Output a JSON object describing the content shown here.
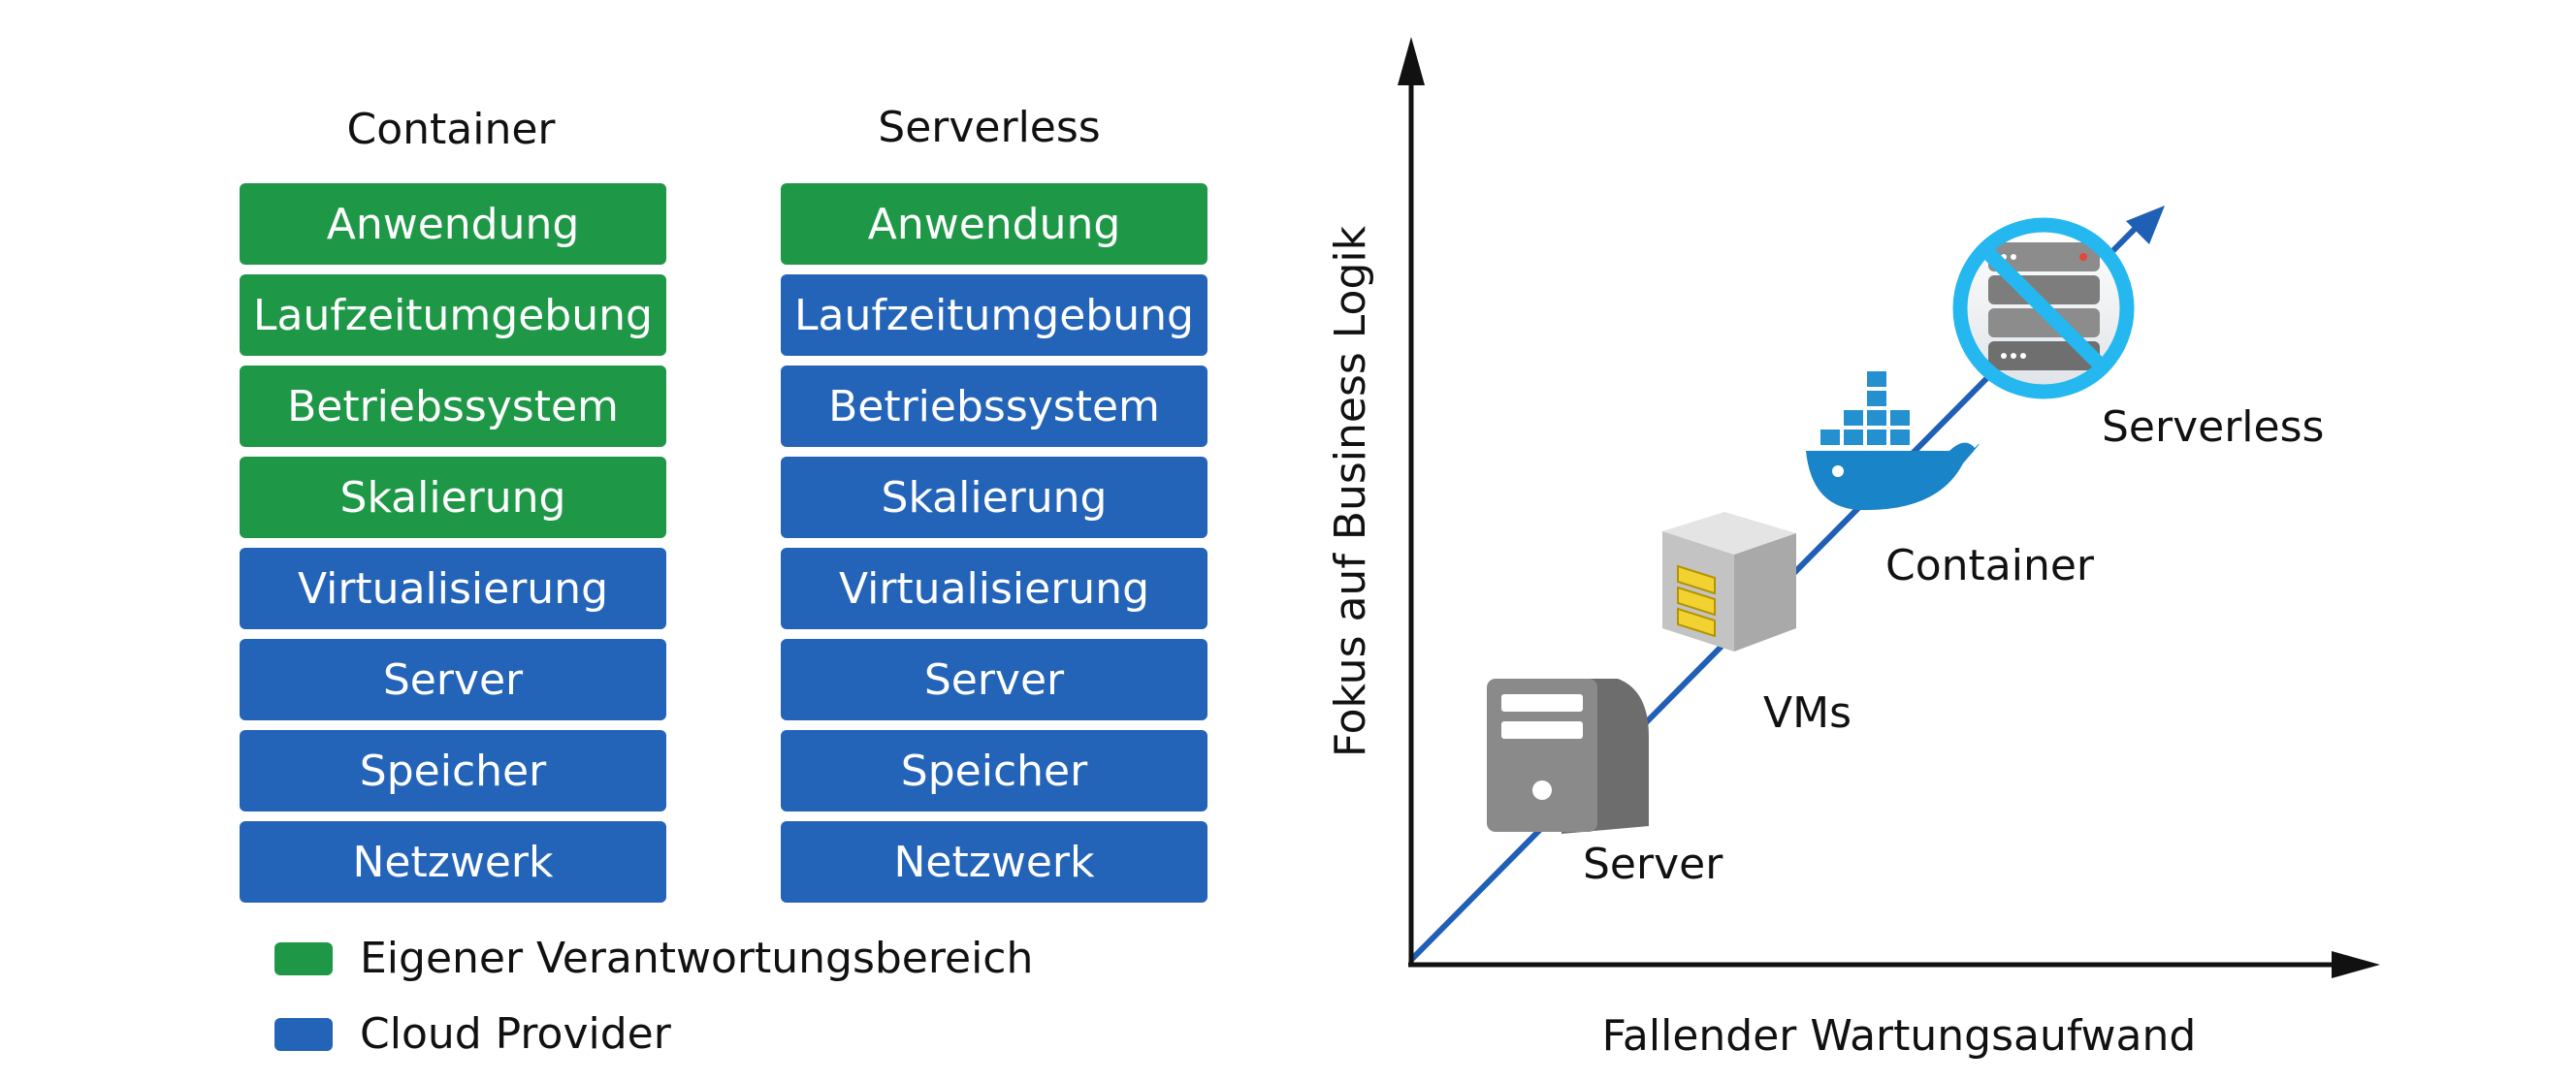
{
  "colors": {
    "own": "#1e9847",
    "provider": "#2464b8",
    "axis": "#111111",
    "arrow": "#1f5fb5",
    "ring": "#25b7f0"
  },
  "columns": [
    {
      "title": "Container",
      "layers": [
        {
          "label": "Anwendung",
          "owner": "own"
        },
        {
          "label": "Laufzeitumgebung",
          "owner": "own"
        },
        {
          "label": "Betriebssystem",
          "owner": "own"
        },
        {
          "label": "Skalierung",
          "owner": "own"
        },
        {
          "label": "Virtualisierung",
          "owner": "provider"
        },
        {
          "label": "Server",
          "owner": "provider"
        },
        {
          "label": "Speicher",
          "owner": "provider"
        },
        {
          "label": "Netzwerk",
          "owner": "provider"
        }
      ]
    },
    {
      "title": "Serverless",
      "layers": [
        {
          "label": "Anwendung",
          "owner": "own"
        },
        {
          "label": "Laufzeitumgebung",
          "owner": "provider"
        },
        {
          "label": "Betriebssystem",
          "owner": "provider"
        },
        {
          "label": "Skalierung",
          "owner": "provider"
        },
        {
          "label": "Virtualisierung",
          "owner": "provider"
        },
        {
          "label": "Server",
          "owner": "provider"
        },
        {
          "label": "Speicher",
          "owner": "provider"
        },
        {
          "label": "Netzwerk",
          "owner": "provider"
        }
      ]
    }
  ],
  "legend": [
    {
      "label": "Eigener Verantwortungsbereich",
      "owner": "own"
    },
    {
      "label": "Cloud Provider",
      "owner": "provider"
    }
  ],
  "axes": {
    "x_label": "Fallender Wartungsaufwand",
    "y_label": "Fokus auf Business Logik"
  },
  "stages": [
    {
      "label": "Server",
      "icon": "server-tower-icon"
    },
    {
      "label": "VMs",
      "icon": "vm-cube-icon"
    },
    {
      "label": "Container",
      "icon": "docker-whale-icon"
    },
    {
      "label": "Serverless",
      "icon": "no-server-icon"
    }
  ]
}
